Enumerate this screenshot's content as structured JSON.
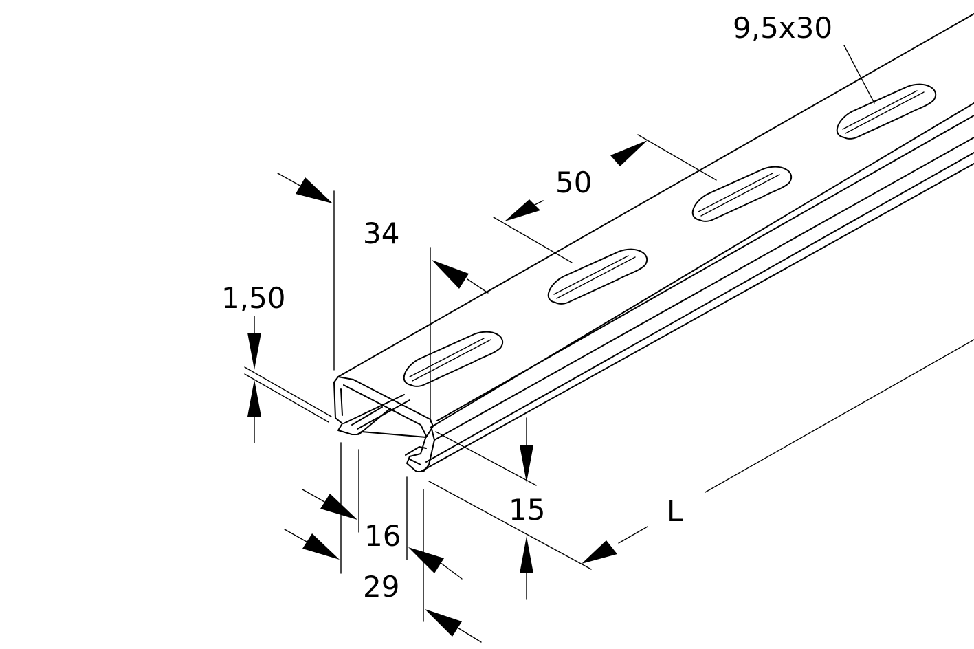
{
  "drawing": {
    "dimensions": {
      "slot_size": "9,5x30",
      "slot_pitch": "50",
      "width": "34",
      "thickness": "1,50",
      "height": "15",
      "lip_inner": "16",
      "lip_outer": "29",
      "length": "L"
    }
  }
}
